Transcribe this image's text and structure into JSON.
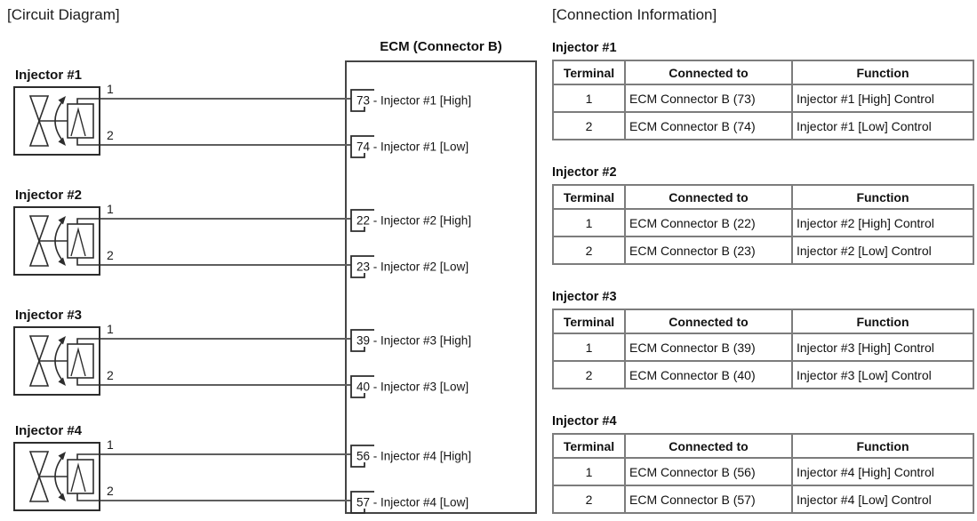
{
  "circuit": {
    "title": "[Circuit Diagram]",
    "ecm_label": "ECM (Connector B)",
    "injectors": [
      {
        "name": "Injector #1",
        "terminal_1": "1",
        "terminal_2": "2",
        "pin_high": "73 - Injector #1 [High]",
        "pin_low": "74 - Injector #1 [Low]"
      },
      {
        "name": "Injector #2",
        "terminal_1": "1",
        "terminal_2": "2",
        "pin_high": "22 - Injector #2 [High]",
        "pin_low": "23 - Injector #2 [Low]"
      },
      {
        "name": "Injector #3",
        "terminal_1": "1",
        "terminal_2": "2",
        "pin_high": "39 - Injector #3 [High]",
        "pin_low": "40 - Injector #3 [Low]"
      },
      {
        "name": "Injector #4",
        "terminal_1": "1",
        "terminal_2": "2",
        "pin_high": "56 - Injector #4 [High]",
        "pin_low": "57 - Injector #4 [Low]"
      }
    ]
  },
  "connection_info": {
    "title": "[Connection Information]",
    "sections": [
      {
        "heading": "Injector #1",
        "columns": [
          "Terminal",
          "Connected to",
          "Function"
        ],
        "rows": [
          [
            "1",
            "ECM Connector B (73)",
            "Injector #1 [High] Control"
          ],
          [
            "2",
            "ECM Connector B (74)",
            "Injector #1 [Low] Control"
          ]
        ]
      },
      {
        "heading": "Injector #2",
        "columns": [
          "Terminal",
          "Connected to",
          "Function"
        ],
        "rows": [
          [
            "1",
            "ECM Connector B (22)",
            "Injector #2 [High] Control"
          ],
          [
            "2",
            "ECM Connector B (23)",
            "Injector #2 [Low] Control"
          ]
        ]
      },
      {
        "heading": "Injector #3",
        "columns": [
          "Terminal",
          "Connected to",
          "Function"
        ],
        "rows": [
          [
            "1",
            "ECM Connector B (39)",
            "Injector #3 [High] Control"
          ],
          [
            "2",
            "ECM Connector B (40)",
            "Injector #3 [Low] Control"
          ]
        ]
      },
      {
        "heading": "Injector #4",
        "columns": [
          "Terminal",
          "Connected to",
          "Function"
        ],
        "rows": [
          [
            "1",
            "ECM Connector B (56)",
            "Injector #4 [High] Control"
          ],
          [
            "2",
            "ECM Connector B (57)",
            "Injector #4 [Low] Control"
          ]
        ]
      }
    ]
  },
  "colors": {
    "line": "#2d2d2d",
    "wire": "#5e5e5e",
    "table_border": "#7c7c7c",
    "text": "#111111"
  }
}
